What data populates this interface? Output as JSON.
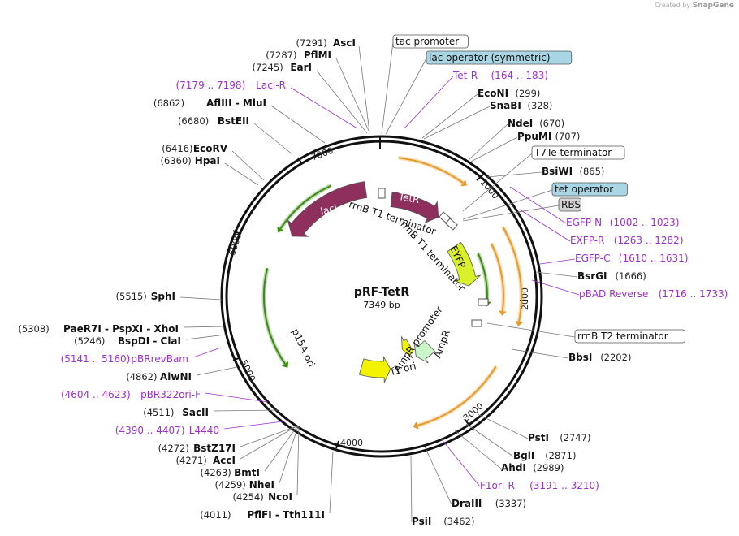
{
  "credit": {
    "prefix": "Created by",
    "brand": "SnapGene"
  },
  "plasmid": {
    "name": "pRF-TetR",
    "size_label": "7349 bp",
    "length": 7349
  },
  "colors": {
    "backbone": "#111111",
    "laci": "#8e2f5e",
    "tetr": "#8e2f5e",
    "eyfp": "#d8f12b",
    "p15a": "#f3f300",
    "f1": "#f3f300",
    "ampr": "#c9f7c7",
    "orf_green": "#3c8c14",
    "orf_orange": "#e79a2c",
    "primer": "#9b30d0",
    "boxed_blue": "#a9d6e5",
    "boxed_grey": "#d4d4d4"
  },
  "ticks": [
    "1000",
    "2000",
    "3000",
    "4000",
    "5000",
    "6000",
    "7000"
  ],
  "features": [
    {
      "name": "lacI",
      "type": "gene"
    },
    {
      "name": "TetR",
      "type": "gene"
    },
    {
      "name": "EYFP",
      "type": "gene"
    },
    {
      "name": "p15A ori",
      "type": "origin"
    },
    {
      "name": "f1 ori",
      "type": "origin"
    },
    {
      "name": "AmpR",
      "type": "gene"
    },
    {
      "name": "AmpR promoter",
      "type": "promoter"
    },
    {
      "name": "rrnB T1 terminator",
      "type": "terminator"
    },
    {
      "name": "rrnB T1 terminator",
      "type": "terminator"
    }
  ],
  "labels": [
    {
      "name": "AscI",
      "pos": "(7291)",
      "kind": "enzyme"
    },
    {
      "name": "PflMI",
      "pos": "(7287)",
      "kind": "enzyme"
    },
    {
      "name": "EarI",
      "pos": "(7245)",
      "kind": "enzyme"
    },
    {
      "name": "LacI-R",
      "pos": "(7179 .. 7198)",
      "kind": "primer"
    },
    {
      "name": "AflIII - MluI",
      "pos": "(6862)",
      "kind": "enzyme"
    },
    {
      "name": "BstEII",
      "pos": "(6680)",
      "kind": "enzyme"
    },
    {
      "name": "EcoRV",
      "pos": "(6416)",
      "kind": "enzyme"
    },
    {
      "name": "HpaI",
      "pos": "(6360)",
      "kind": "enzyme"
    },
    {
      "name": "SphI",
      "pos": "(5515)",
      "kind": "enzyme"
    },
    {
      "name": "PaeR7I - PspXI - XhoI",
      "pos": "(5308)",
      "kind": "enzyme"
    },
    {
      "name": "BspDI - ClaI",
      "pos": "(5246)",
      "kind": "enzyme"
    },
    {
      "name": "pBRrevBam",
      "pos": "(5141 .. 5160)",
      "kind": "primer"
    },
    {
      "name": "AlwNI",
      "pos": "(4862)",
      "kind": "enzyme"
    },
    {
      "name": "pBR322ori-F",
      "pos": "(4604 .. 4623)",
      "kind": "primer"
    },
    {
      "name": "SacII",
      "pos": "(4511)",
      "kind": "enzyme"
    },
    {
      "name": "L4440",
      "pos": "(4390 .. 4407)",
      "kind": "primer"
    },
    {
      "name": "BstZ17I",
      "pos": "(4272)",
      "kind": "enzyme"
    },
    {
      "name": "AccI",
      "pos": "(4271)",
      "kind": "enzyme"
    },
    {
      "name": "BmtI",
      "pos": "(4263)",
      "kind": "enzyme"
    },
    {
      "name": "NheI",
      "pos": "(4259)",
      "kind": "enzyme"
    },
    {
      "name": "NcoI",
      "pos": "(4254)",
      "kind": "enzyme"
    },
    {
      "name": "PflFI - Tth111I",
      "pos": "(4011)",
      "kind": "enzyme"
    },
    {
      "name": "tac promoter",
      "pos": "",
      "kind": "box-white"
    },
    {
      "name": "lac operator (symmetric)",
      "pos": "",
      "kind": "box-blue"
    },
    {
      "name": "Tet-R",
      "pos": "(164 .. 183)",
      "kind": "primer"
    },
    {
      "name": "EcoNI",
      "pos": "(299)",
      "kind": "enzyme"
    },
    {
      "name": "SnaBI",
      "pos": "(328)",
      "kind": "enzyme"
    },
    {
      "name": "NdeI",
      "pos": "(670)",
      "kind": "enzyme"
    },
    {
      "name": "PpuMI",
      "pos": "(707)",
      "kind": "enzyme"
    },
    {
      "name": "T7Te terminator",
      "pos": "",
      "kind": "box-white"
    },
    {
      "name": "BsiWI",
      "pos": "(865)",
      "kind": "enzyme"
    },
    {
      "name": "tet operator",
      "pos": "",
      "kind": "box-blue"
    },
    {
      "name": "RBS",
      "pos": "",
      "kind": "box-grey"
    },
    {
      "name": "EGFP-N",
      "pos": "(1002 .. 1023)",
      "kind": "primer"
    },
    {
      "name": "EXFP-R",
      "pos": "(1263 .. 1282)",
      "kind": "primer"
    },
    {
      "name": "EGFP-C",
      "pos": "(1610 .. 1631)",
      "kind": "primer"
    },
    {
      "name": "BsrGI",
      "pos": "(1666)",
      "kind": "enzyme"
    },
    {
      "name": "pBAD Reverse",
      "pos": "(1716 .. 1733)",
      "kind": "primer"
    },
    {
      "name": "rrnB T2 terminator",
      "pos": "",
      "kind": "box-white"
    },
    {
      "name": "BbsI",
      "pos": "(2202)",
      "kind": "enzyme"
    },
    {
      "name": "PstI",
      "pos": "(2747)",
      "kind": "enzyme"
    },
    {
      "name": "BglI",
      "pos": "(2871)",
      "kind": "enzyme"
    },
    {
      "name": "AhdI",
      "pos": "(2989)",
      "kind": "enzyme"
    },
    {
      "name": "F1ori-R",
      "pos": "(3191 .. 3210)",
      "kind": "primer"
    },
    {
      "name": "DraIII",
      "pos": "(3337)",
      "kind": "enzyme"
    },
    {
      "name": "PsiI",
      "pos": "(3462)",
      "kind": "enzyme"
    }
  ]
}
